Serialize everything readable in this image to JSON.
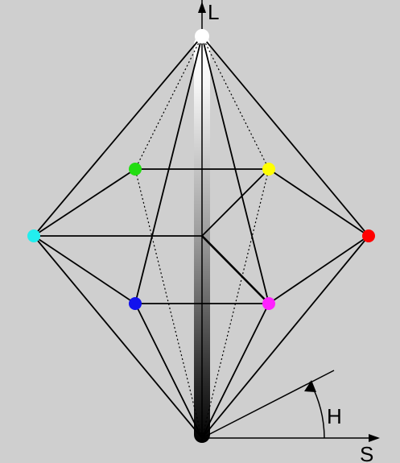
{
  "diagram": {
    "axis_labels": {
      "lightness": "L",
      "saturation": "S",
      "hue": "H"
    },
    "colors": {
      "background": "#cfcfcf",
      "line": "#000000",
      "white": "#ffffff",
      "black": "#000000",
      "green": "#22dd11",
      "yellow": "#ffff00",
      "cyan": "#22eeee",
      "red": "#ff0000",
      "blue": "#1111ee",
      "magenta": "#ff22ff"
    }
  }
}
